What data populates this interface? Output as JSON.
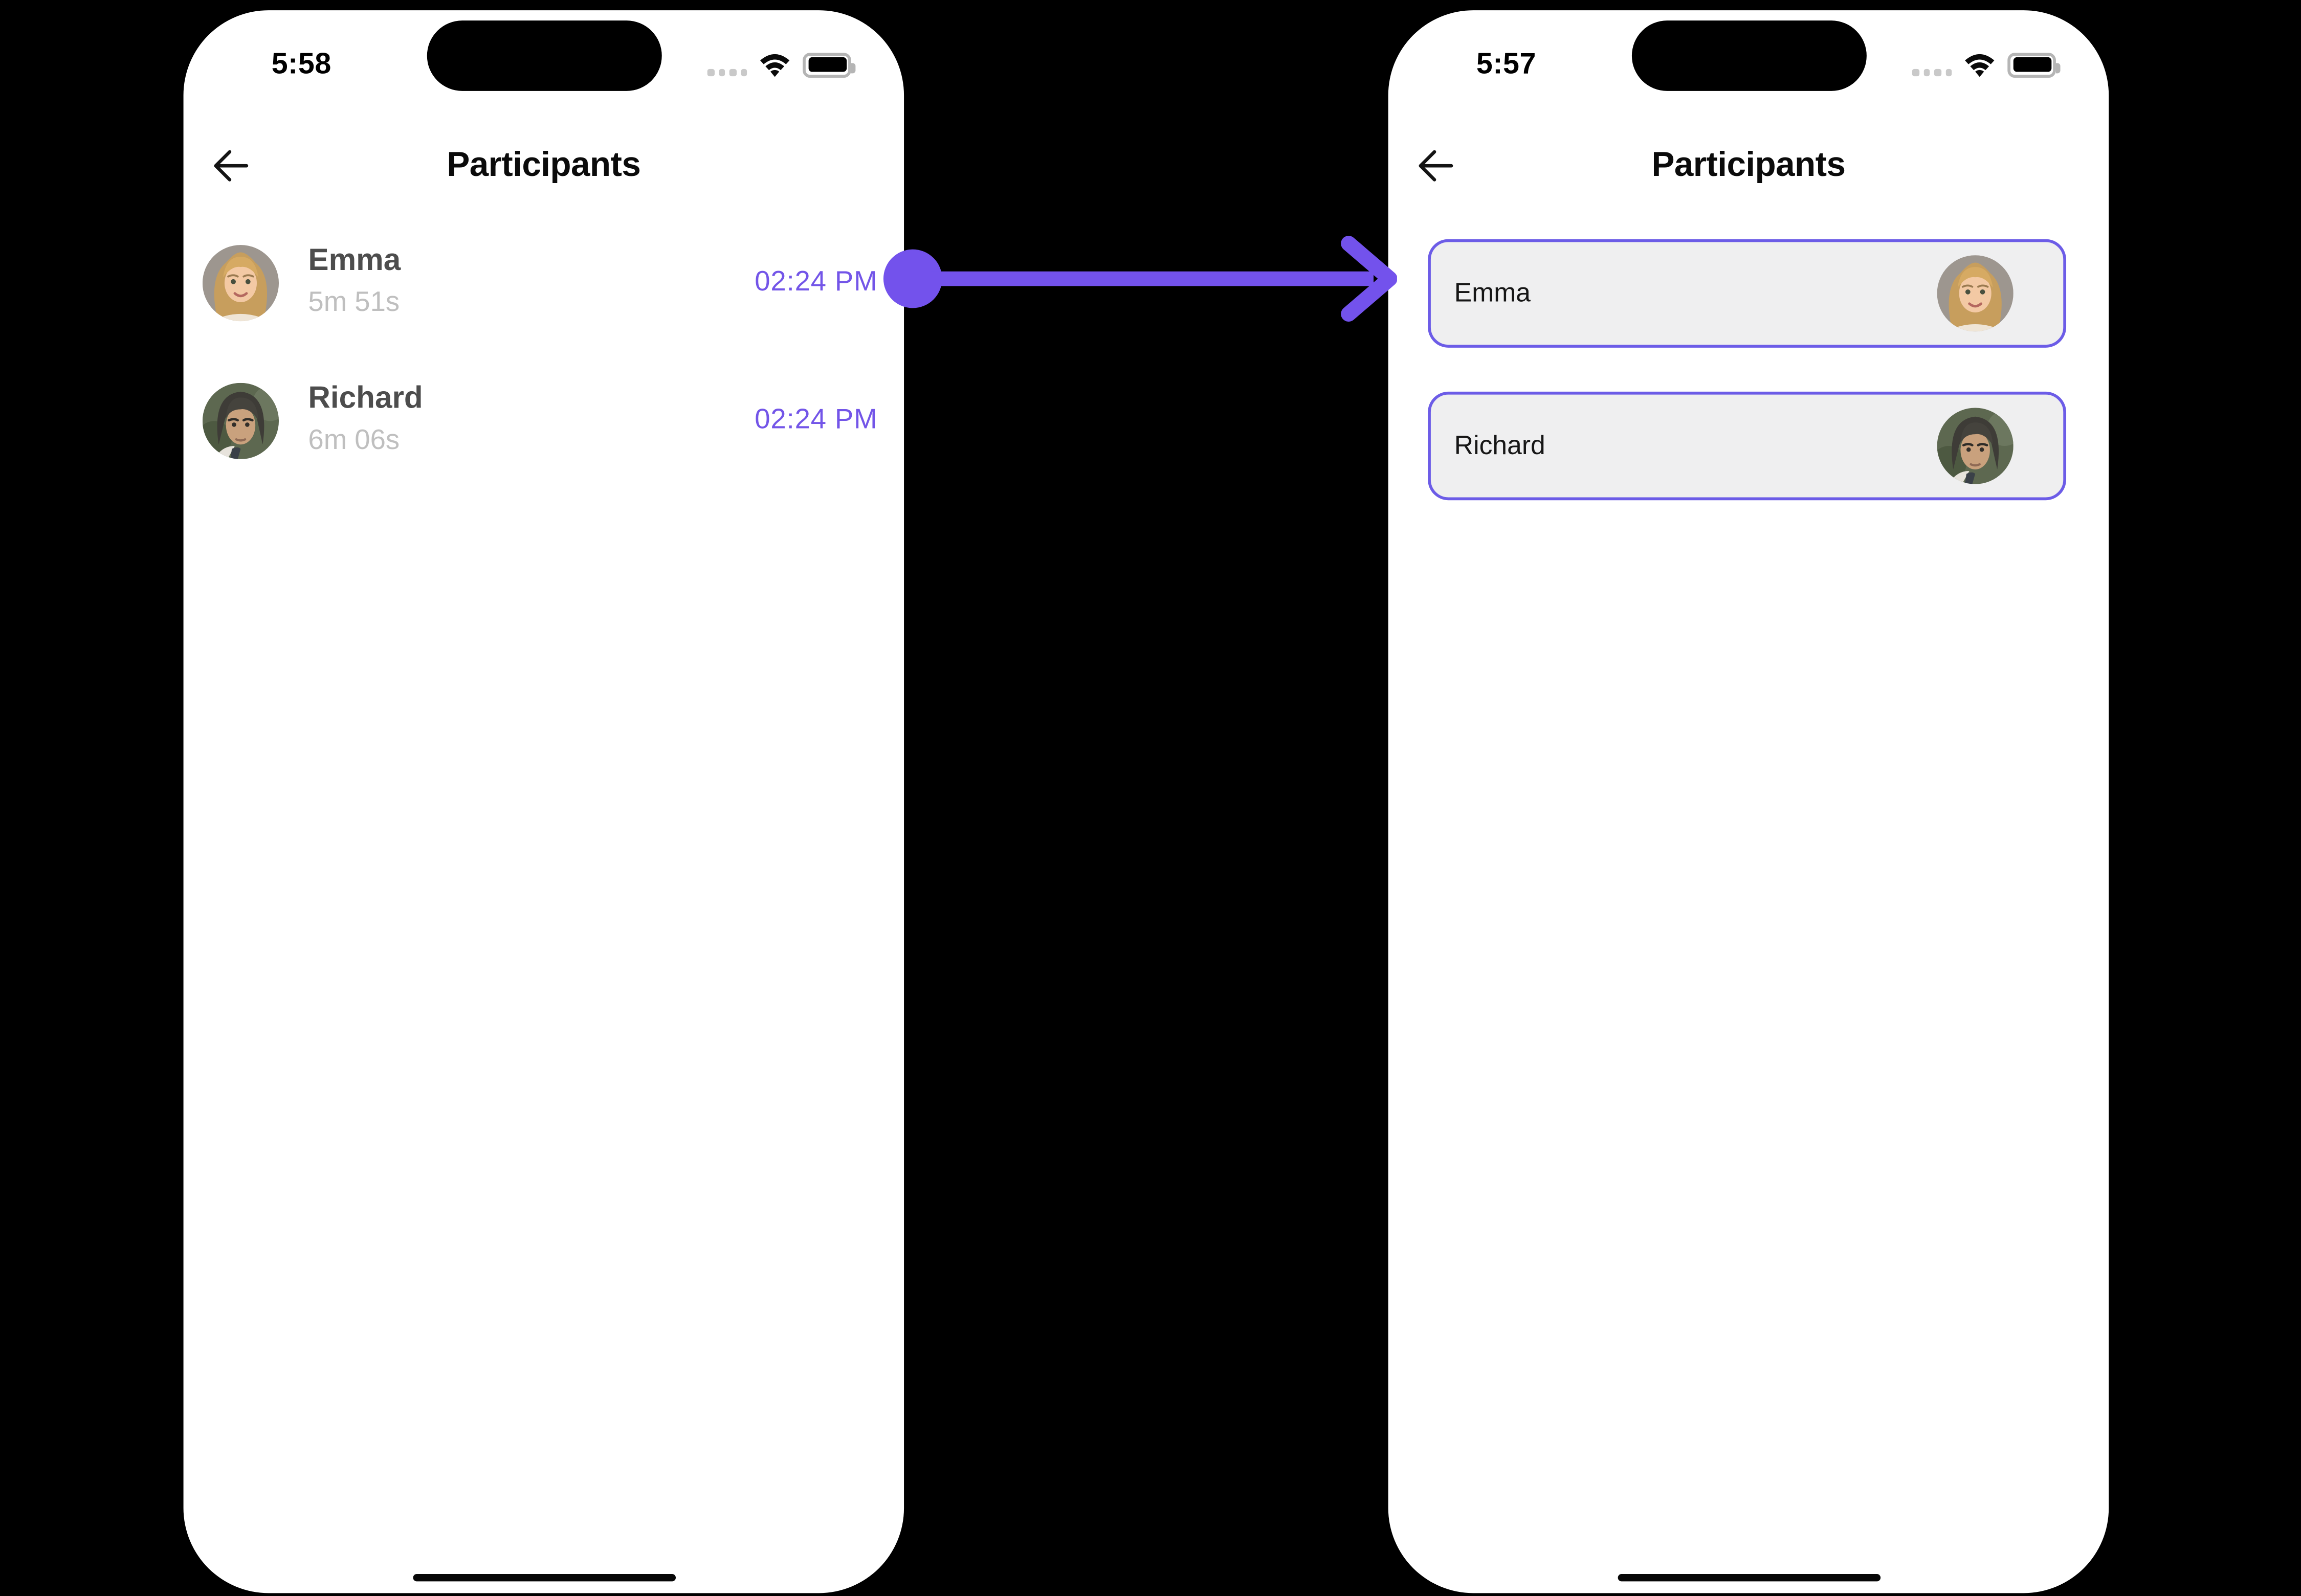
{
  "canvas": {
    "background": "#000000"
  },
  "annotation_arrow": {
    "color": "#7352EC",
    "direction": "left-to-right"
  },
  "left_phone": {
    "status_bar": {
      "time": "5:58",
      "icons": [
        "cellular-dots-icon",
        "wifi-icon",
        "battery-icon"
      ]
    },
    "header": {
      "title": "Participants",
      "back_icon": "arrow-left-icon"
    },
    "accent_color": "#7355E8",
    "participants": [
      {
        "name": "Emma",
        "duration": "5m 51s",
        "joined_time": "02:24 PM",
        "avatar": "emma-photo"
      },
      {
        "name": "Richard",
        "duration": "6m 06s",
        "joined_time": "02:24 PM",
        "avatar": "richard-photo"
      }
    ]
  },
  "right_phone": {
    "status_bar": {
      "time": "5:57",
      "icons": [
        "cellular-dots-icon",
        "wifi-icon",
        "battery-icon"
      ]
    },
    "header": {
      "title": "Participants",
      "back_icon": "arrow-left-icon"
    },
    "card_style": {
      "border_color": "#6C5CE7",
      "background": "#EFEFF0"
    },
    "participants": [
      {
        "name": "Emma",
        "avatar": "emma-photo"
      },
      {
        "name": "Richard",
        "avatar": "richard-photo"
      }
    ]
  }
}
